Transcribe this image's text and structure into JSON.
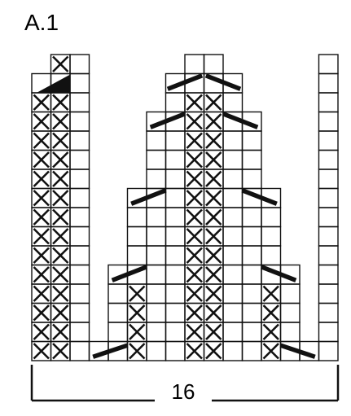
{
  "diagram": {
    "title": "A.1",
    "width_label": "16",
    "grid": {
      "columns": 16,
      "rows": 16,
      "ink_color": "#111111",
      "background_color": "#ffffff"
    },
    "legend_symbols": {
      "cross": "x-symbol",
      "slant": "diagonal-bar-symbol",
      "wedge": "filled-triangle-symbol"
    }
  }
}
